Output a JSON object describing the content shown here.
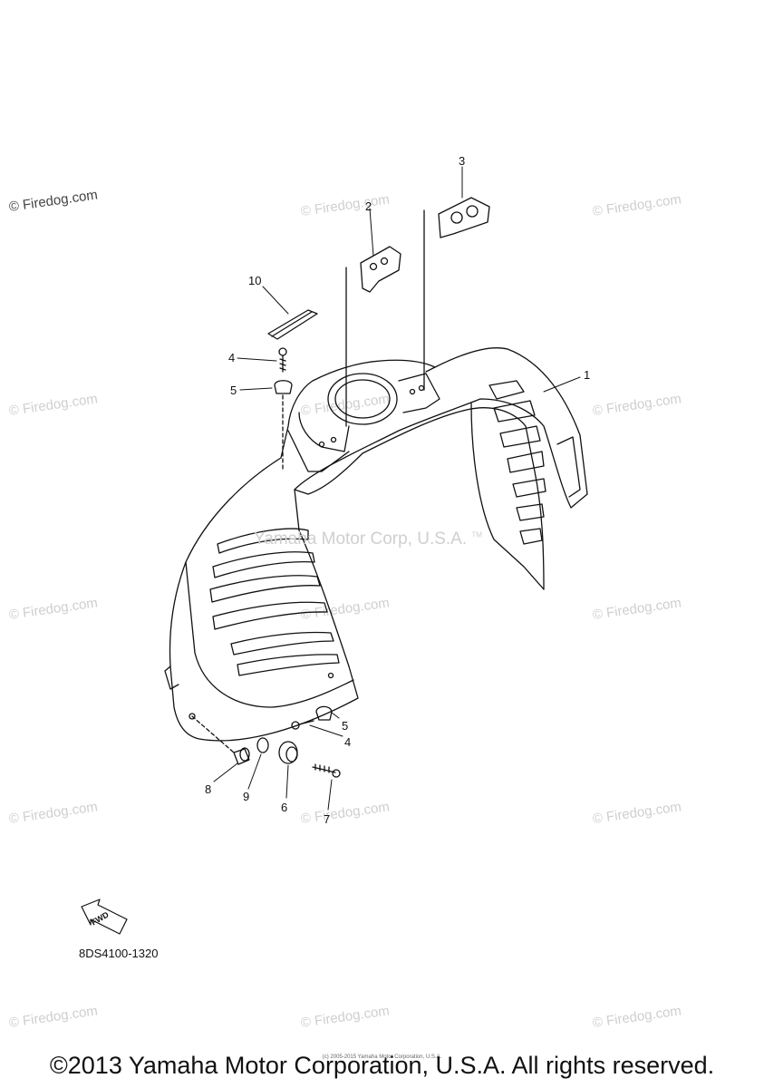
{
  "watermark": "© Firedog.com",
  "center_watermark": "Yamaha Motor Corp, U.S.A.",
  "center_watermark_tm": "TM",
  "callouts": [
    "1",
    "2",
    "3",
    "4",
    "5",
    "4",
    "5",
    "6",
    "7",
    "8",
    "9",
    "10"
  ],
  "part_code": "8DS4100-1320",
  "fwd_label": "FWD",
  "footer": "©2013 Yamaha Motor Corporation, U.S.A. All rights reserved.",
  "tiny_note": "(c) 2005-2015 Yamaha Motor Corporation, U.S.A."
}
